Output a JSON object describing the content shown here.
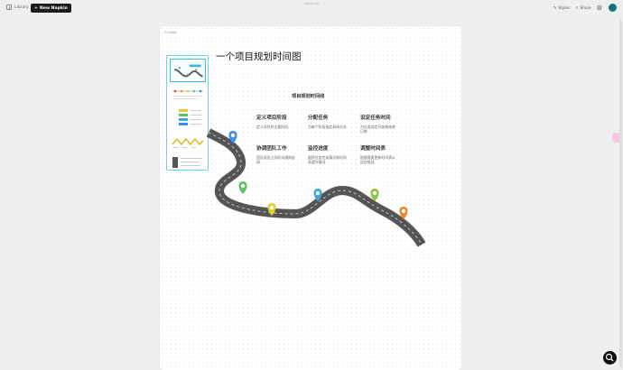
{
  "topbar": {
    "library_label": "Library",
    "new_button_label": "New Napkin",
    "window_title": "napkin.ai",
    "styles_label": "Styles",
    "share_label": "Share"
  },
  "canvas": {
    "undo_label": "Undo",
    "page_title": "一个项目规划时间图",
    "diagram": {
      "title": "项目规划时间线",
      "steps": [
        {
          "title": "定义项目阶段",
          "desc": "定义项目的主要阶段"
        },
        {
          "title": "分配任务",
          "desc": "为每个阶段指定具体任务"
        },
        {
          "title": "设定任务时间",
          "desc": "为任务设定开始和结束日期"
        },
        {
          "title": "协调团队工作",
          "desc": "团队成员之间的沟通和协调"
        },
        {
          "title": "监控进度",
          "desc": "跟踪任务完成情况和时间表遵守情况"
        },
        {
          "title": "调整时间表",
          "desc": "根据需要更新时间表以适应挑战"
        }
      ],
      "pin_colors": [
        "#3a8ee8",
        "#5cc36b",
        "#e2cf2a",
        "#3aa8dc",
        "#8cc63f",
        "#ee8a2a"
      ]
    }
  },
  "colors": {
    "accent": "#6fd3ea",
    "road": "#4a4a4a",
    "button_dark": "#1c1c1c"
  }
}
